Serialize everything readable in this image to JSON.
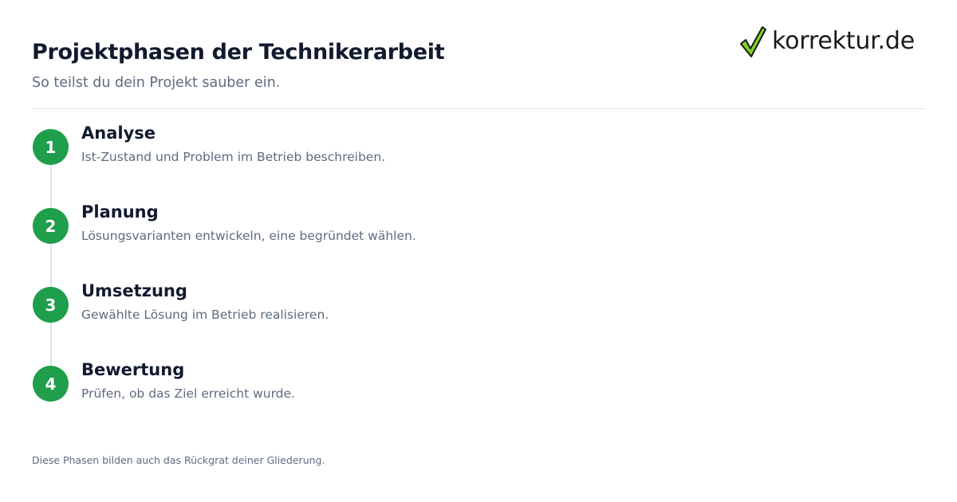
{
  "header": {
    "title": "Projektphasen der Technikerarbeit",
    "subtitle": "So teilst du dein Projekt sauber ein."
  },
  "logo": {
    "text": "korrektur.de",
    "icon": "checkmark-icon",
    "icon_color": "#7ed321"
  },
  "steps": [
    {
      "number": "1",
      "title": "Analyse",
      "description": "Ist-Zustand und Problem im Betrieb beschreiben."
    },
    {
      "number": "2",
      "title": "Planung",
      "description": "Lösungsvarianten entwickeln, eine begründet wählen."
    },
    {
      "number": "3",
      "title": "Umsetzung",
      "description": "Gewählte Lösung im Betrieb realisieren."
    },
    {
      "number": "4",
      "title": "Bewertung",
      "description": "Prüfen, ob das Ziel erreicht wurde."
    }
  ],
  "footer": {
    "note": "Diese Phasen bilden auch das Rückgrat deiner Gliederung."
  },
  "colors": {
    "accent": "#1f9e4c",
    "heading": "#111a2e",
    "muted": "#5d6b80"
  }
}
